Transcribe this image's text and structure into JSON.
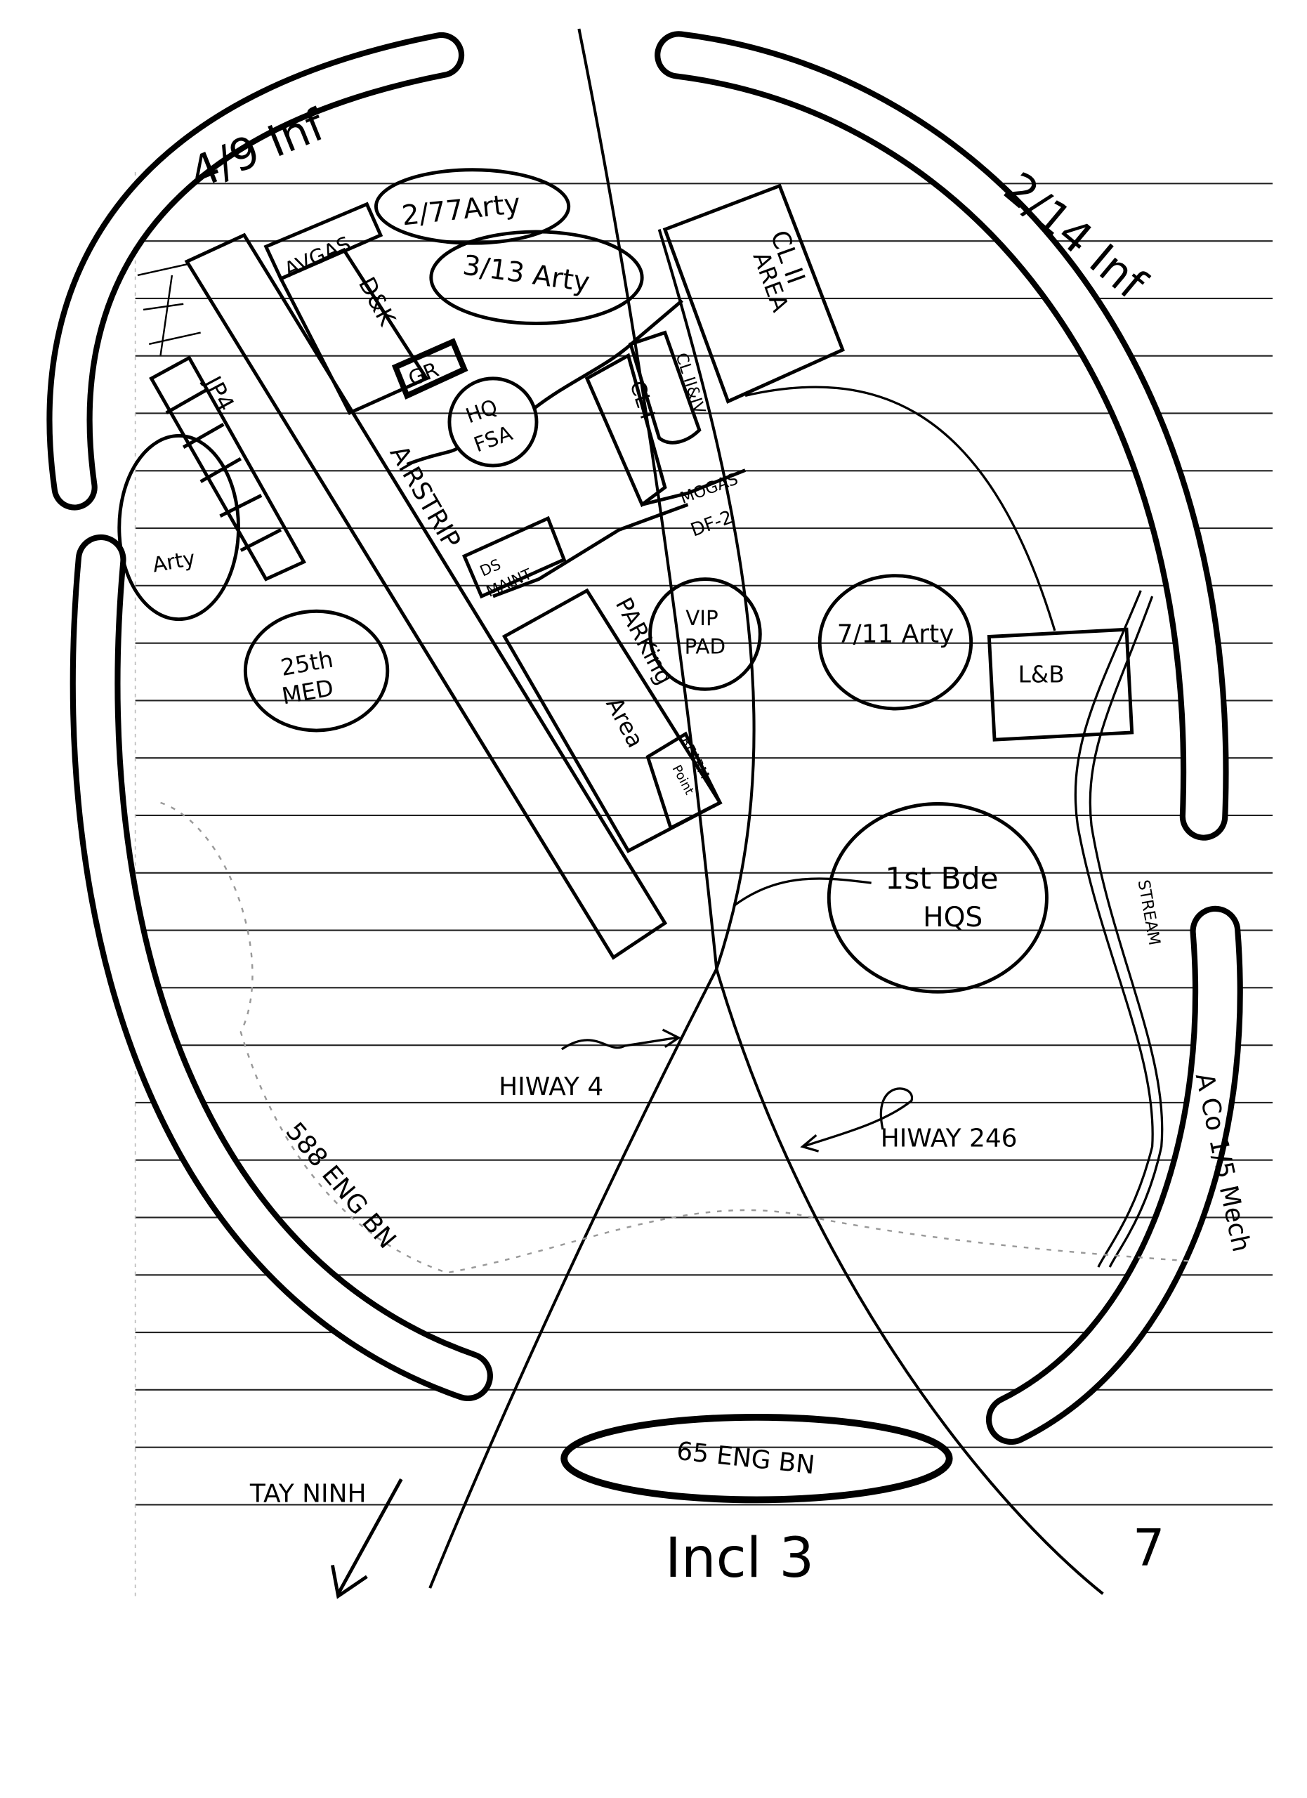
{
  "labels": {
    "inf_4_9": "4/9 Inf",
    "inf_2_14": "2/14 Inf",
    "arty_2_77": "2/77Arty",
    "arty_3_13": "3/13 Arty",
    "avgas": "AVGAS",
    "dck": "D&K",
    "gr": "GR",
    "hq_fsa_1": "HQ",
    "hq_fsa_2": "FSA",
    "cl_ii_area_1": "CL II",
    "cl_ii_area_2": "AREA",
    "cl_ii_iv": "CL II&IV",
    "cl_i": "CL I",
    "mogas": "MOGAS",
    "df2": "DF-2",
    "jp4": "JP4",
    "arty": "Arty",
    "airstrip": "AIRSTRIP",
    "ds_maint_1": "DS",
    "ds_maint_2": "MAINT",
    "parking_1": "PARKing",
    "parking_2": "Area",
    "rearm_1": "REARM",
    "rearm_2": "Point",
    "vip_1": "VIP",
    "vip_2": "PAD",
    "arty_7_11": "7/11 Arty",
    "lb": "L&B",
    "med_25_1": "25th",
    "med_25_2": "MED",
    "bde_1": "1st Bde",
    "bde_2": "HQS",
    "stream": "STREAM",
    "hiway4": "HIWAY 4",
    "hiway246": "HIWAY 246",
    "eng_588": "588 ENG BN",
    "mech": "A Co 1/5 Mech",
    "eng_65": "65 ENG BN",
    "tay_ninh": "TAY NINH",
    "incl": "Incl 3",
    "page_num": "7"
  }
}
